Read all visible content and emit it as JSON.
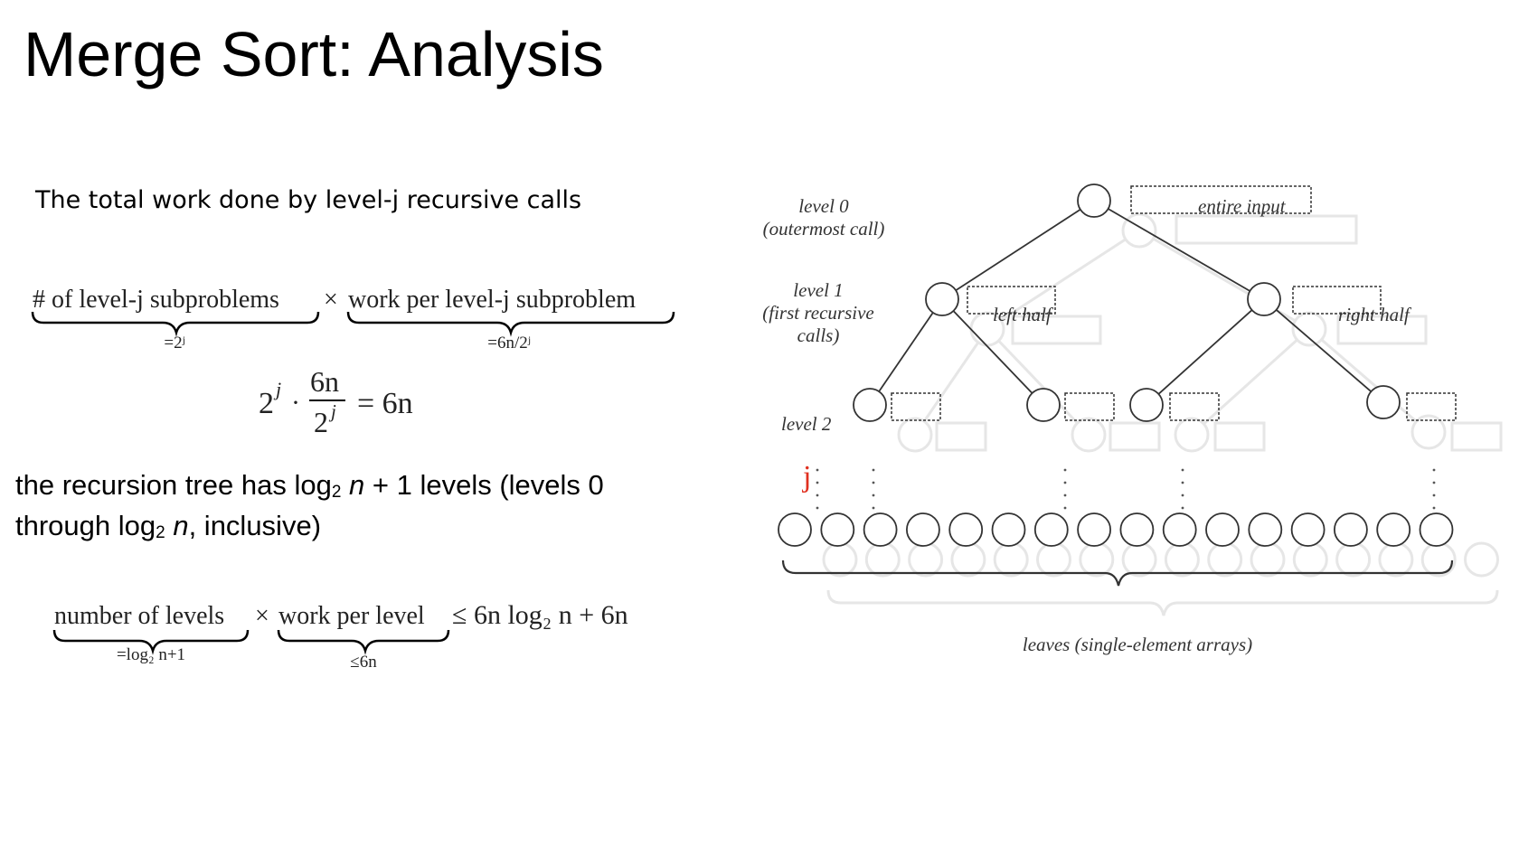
{
  "slide": {
    "title": "Merge Sort: Analysis",
    "subtitle": "The total work done by level-j recursive calls",
    "para": {
      "line1_a": "the recursion tree has log",
      "line1_sub": "2",
      "line1_var": "n",
      "line1_b": " + 1 levels (levels 0",
      "line2_a": "through log",
      "line2_sub": "2",
      "line2_var": "n",
      "line2_b": ", inclusive)"
    }
  },
  "formulas": {
    "f1": {
      "left_term": "# of level-j subproblems",
      "times": "×",
      "right_term": "work per level-j subproblem",
      "left_brace_label": "=2ʲ",
      "right_brace_label": "=6n/2ʲ"
    },
    "f2": {
      "base": "2",
      "exp": "j",
      "dot": "·",
      "num": "6n",
      "den_base": "2",
      "den_exp": "j",
      "rhs": "= 6n"
    },
    "f3": {
      "left_term": "number of levels",
      "times": "×",
      "right_term": "work per level",
      "rhs": "≤ 6n log₂ n + 6n",
      "left_brace_label": "=log₂ n+1",
      "right_brace_label": "≤6n"
    }
  },
  "diagram": {
    "level0": [
      "level 0",
      "(outermost call)"
    ],
    "level1": [
      "level 1",
      "(first recursive",
      "calls)"
    ],
    "level2": "level 2",
    "entire_input": "entire input",
    "left_half": "left half",
    "right_half": "right half",
    "leaves": "leaves (single-element arrays)",
    "j_marker": "j",
    "j_color": "#e03020"
  }
}
